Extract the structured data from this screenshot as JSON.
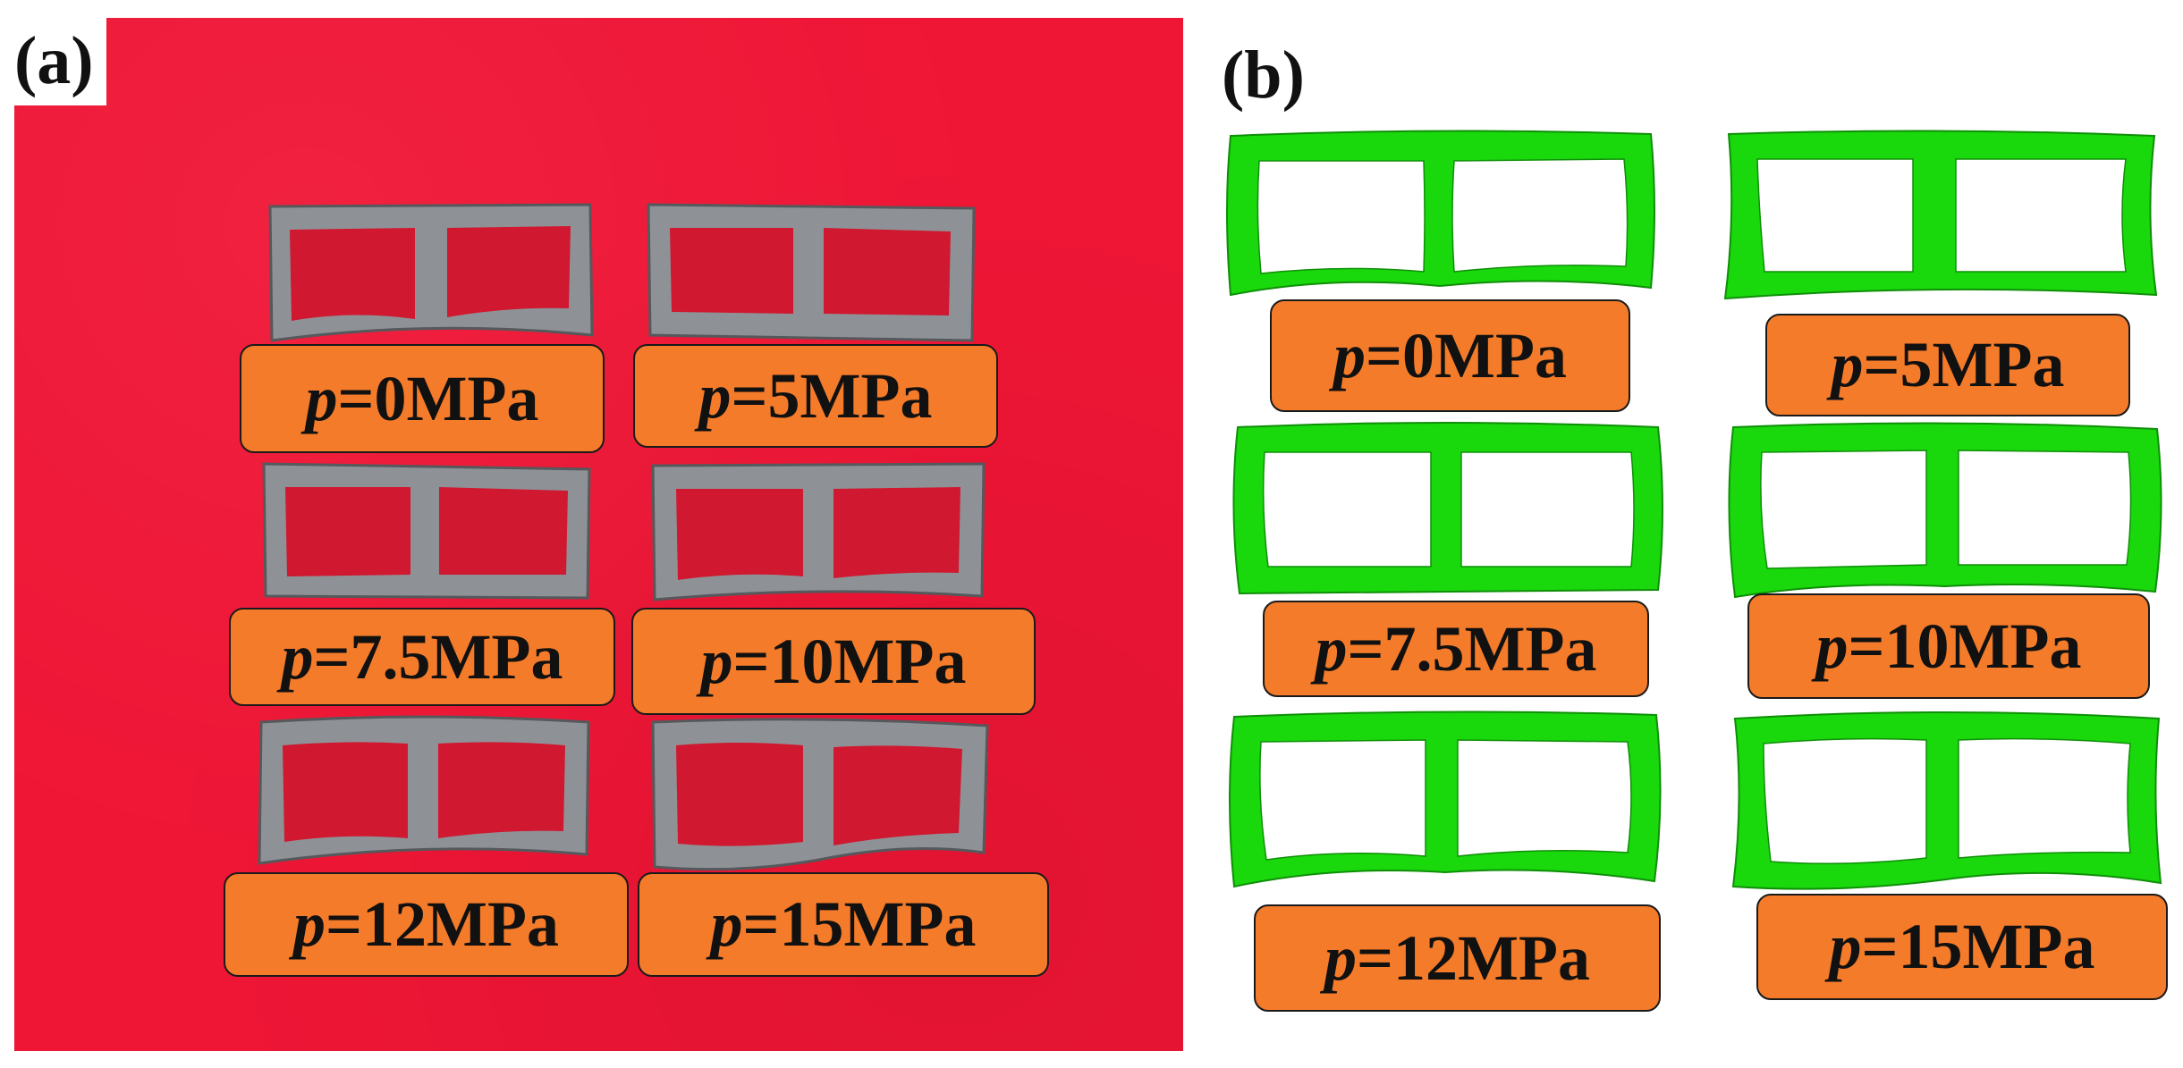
{
  "panels": {
    "a": {
      "label": "(a)"
    },
    "b": {
      "label": "(b)"
    }
  },
  "samples": [
    {
      "var": "p",
      "text": "=0MPa"
    },
    {
      "var": "p",
      "text": "=5MPa"
    },
    {
      "var": "p",
      "text": "=7.5MPa"
    },
    {
      "var": "p",
      "text": "=10MPa"
    },
    {
      "var": "p",
      "text": "=12MPa"
    },
    {
      "var": "p",
      "text": "=15MPa"
    }
  ],
  "colors": {
    "background_red": "#ef1535",
    "metal_gray": "#8e9296",
    "simulation_green": "#19d80c",
    "label_orange": "#f47b2a"
  }
}
